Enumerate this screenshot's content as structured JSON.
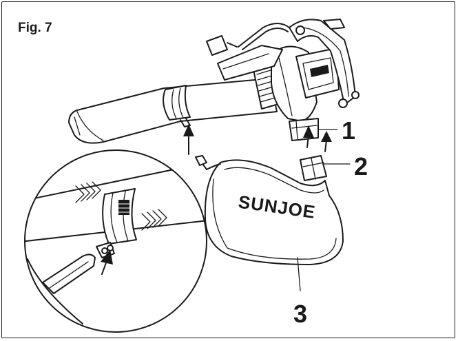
{
  "figure": {
    "title": "Fig. 7",
    "brand_text": "SUNJOE",
    "callouts": [
      "1",
      "2",
      "3"
    ]
  }
}
